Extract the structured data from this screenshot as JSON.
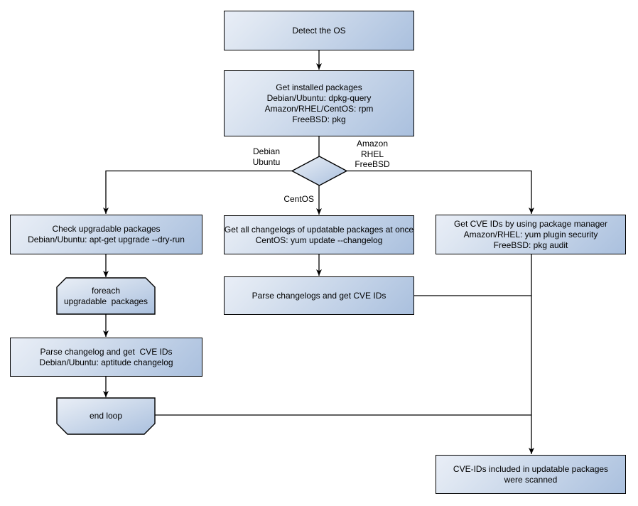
{
  "diagram": {
    "description": "OS package vulnerability scan flowchart",
    "colors": {
      "node_fill_light": "#e9eef7",
      "node_fill_dark": "#aac0de",
      "node_border": "#000000",
      "connector": "#000000",
      "background": "#ffffff"
    },
    "nodes": {
      "detect_os": {
        "lines": [
          "Detect the OS"
        ]
      },
      "get_installed_packages": {
        "lines": [
          "Get installed packages",
          "Debian/Ubuntu: dpkg-query",
          "Amazon/RHEL/CentOS: rpm",
          "FreeBSD: pkg"
        ]
      },
      "check_upgradable": {
        "lines": [
          "Check upgradable packages",
          "Debian/Ubuntu: apt-get upgrade --dry-run"
        ]
      },
      "foreach_loop": {
        "lines": [
          "foreach",
          "upgradable  packages"
        ]
      },
      "parse_changelog_left": {
        "lines": [
          "Parse changelog and get  CVE IDs",
          "Debian/Ubuntu: aptitude changelog"
        ]
      },
      "end_loop": {
        "lines": [
          "end loop"
        ]
      },
      "get_all_changelogs": {
        "lines": [
          "Get all changelogs of updatable packages at once",
          "CentOS: yum update --changelog"
        ]
      },
      "parse_changelogs_mid": {
        "lines": [
          "Parse changelogs and get CVE IDs"
        ]
      },
      "get_cve_ids_pkg_mgr": {
        "lines": [
          "Get CVE IDs by using package manager",
          "Amazon/RHEL: yum plugin security",
          "FreeBSD: pkg audit"
        ]
      },
      "scanned_result": {
        "lines": [
          "CVE-IDs included in updatable packages",
          "were scanned"
        ]
      }
    },
    "edge_labels": {
      "left_branch": [
        "Debian",
        "Ubuntu"
      ],
      "right_branch": [
        "Amazon",
        "RHEL",
        "FreeBSD"
      ],
      "down_branch": "CentOS"
    }
  }
}
